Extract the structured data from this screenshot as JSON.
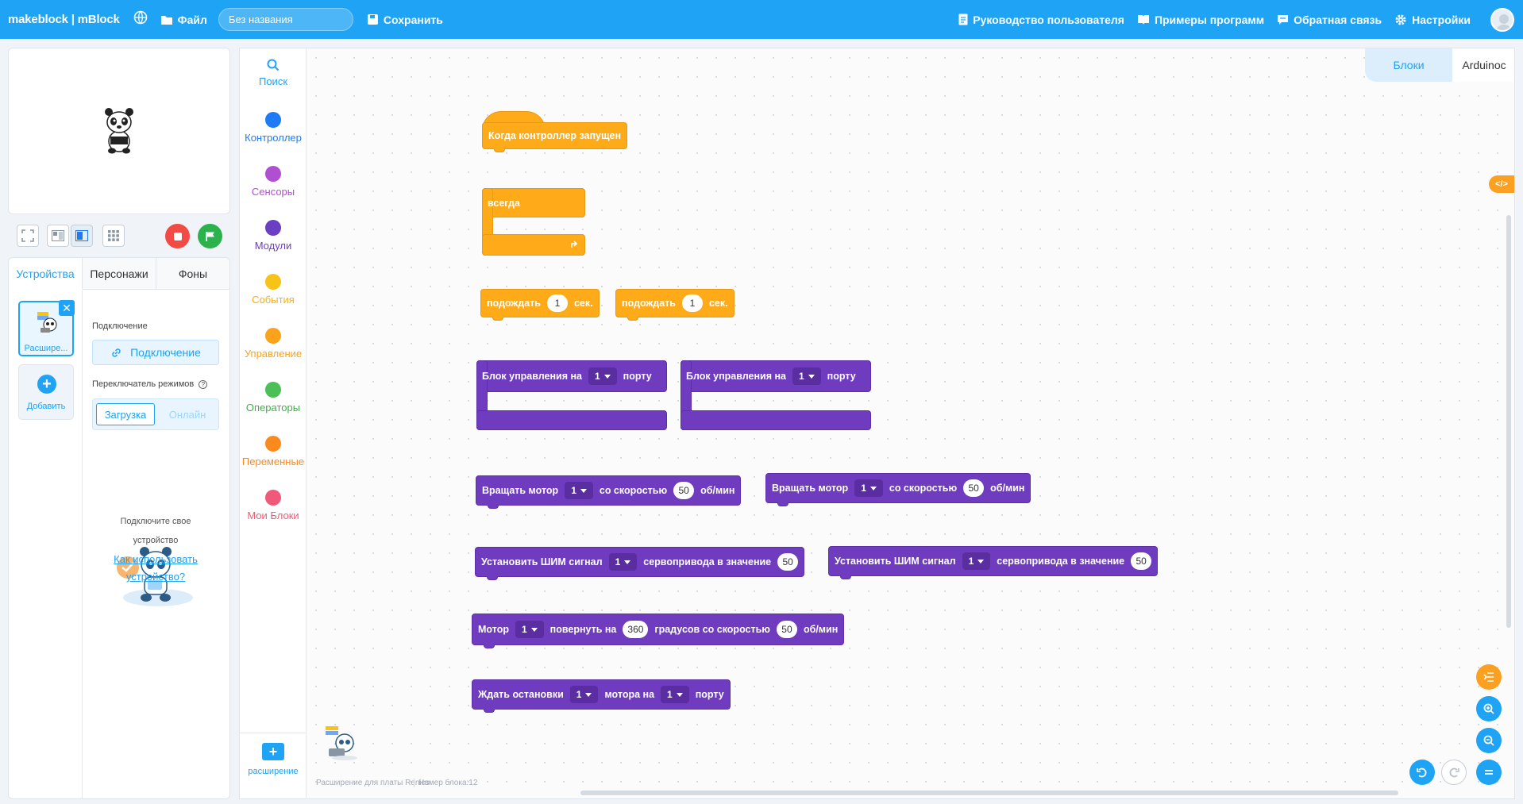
{
  "topbar": {
    "brand": "makeblock | mBlock",
    "file_label": "Файл",
    "project_title": "Без названия",
    "save_label": "Сохранить",
    "guide_label": "Руководство пользователя",
    "examples_label": "Примеры программ",
    "feedback_label": "Обратная связь",
    "settings_label": "Настройки",
    "accent_color": "#1ea3f5"
  },
  "device_panel": {
    "tabs": [
      "Устройства",
      "Персонажи",
      "Фоны"
    ],
    "active_tab": "Устройства",
    "device_label": "Расшире...",
    "add_label": "Добавить",
    "connection_heading": "Подключение",
    "connect_button": "Подключение",
    "mode_heading": "Переключатель режимов",
    "mode_upload": "Загрузка",
    "mode_online": "Онлайн",
    "hint_line1": "Подключите свое",
    "hint_line2": "устройство",
    "hint_link1": "Как использовать",
    "hint_link2": "устройство?"
  },
  "categories": [
    {
      "label": "Поиск",
      "color": "#1ea3f5",
      "icon": "search-icon"
    },
    {
      "label": "Контроллер",
      "color": "#1e7bf5"
    },
    {
      "label": "Сенсоры",
      "color": "#b04fd1"
    },
    {
      "label": "Модули",
      "color": "#6a3fc1"
    },
    {
      "label": "События",
      "color": "#f8c318"
    },
    {
      "label": "Управление",
      "color": "#fba21c"
    },
    {
      "label": "Операторы",
      "color": "#4cbf56"
    },
    {
      "label": "Переменные",
      "color": "#fb8a1e"
    },
    {
      "label": "Мои Блоки",
      "color": "#f05a78"
    }
  ],
  "extension_label": "расширение",
  "workspace": {
    "tab_blocks": "Блоки",
    "tab_code": "Arduinoc",
    "footer_extension": "Расширение для платы Renics",
    "footer_block_number": "Номер блока:12",
    "code_icon_label": "</>"
  },
  "blocks": {
    "when_started": "Когда контроллер запущен",
    "forever": "всегда",
    "wait": [
      "подождать",
      "1",
      "сек."
    ],
    "wait2": [
      "подождать",
      "1",
      "сек."
    ],
    "control_block": [
      "Блок управления на",
      "1",
      "порту"
    ],
    "control_block2": [
      "Блок управления на",
      "1",
      "порту"
    ],
    "rotate_motor": [
      "Вращать мотор",
      "1",
      "со скоростью",
      "50",
      "об/мин"
    ],
    "rotate_motor2": [
      "Вращать мотор",
      "1",
      "со скоростью",
      "50",
      "об/мин"
    ],
    "set_pwm": [
      "Установить ШИМ сигнал",
      "1",
      "сервопривода в значение",
      "50"
    ],
    "set_pwm2": [
      "Установить ШИМ сигнал",
      "1",
      "сервопривода в значение",
      "50"
    ],
    "motor_turn": [
      "Мотор",
      "1",
      "повернуть на",
      "360",
      "градусов со скоростью",
      "50",
      "об/мин"
    ],
    "wait_stop": [
      "Ждать остановки",
      "1",
      "мотора на",
      "1",
      "порту"
    ]
  }
}
